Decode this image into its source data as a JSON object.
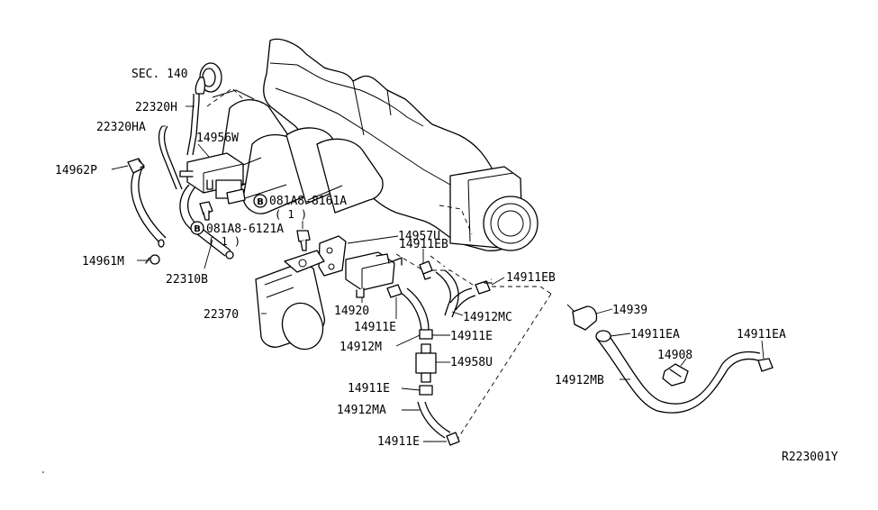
{
  "diagram_id": "R223001Y",
  "sec_ref": "SEC. 140",
  "bolt_symbol": "B",
  "labels": {
    "h22320H": "22320H",
    "h22320HA": "22320HA",
    "p14956W": "14956W",
    "p14962P": "14962P",
    "b1_part": "081A8-8161A",
    "b1_qty": "( 1 )",
    "b2_part": "081A8-6121A",
    "b2_qty": "( 1 )",
    "p14957U": "14957U",
    "p14911EB_1": "14911EB",
    "p14911EB_2": "14911EB",
    "p14961M": "14961M",
    "h22310B": "22310B",
    "p22370": "22370",
    "p14920": "14920",
    "p14911E_1": "14911E",
    "p14912MC": "14912MC",
    "p14912M": "14912M",
    "p14911E_2": "14911E",
    "p14958U": "14958U",
    "p14911E_3": "14911E",
    "p14912MA": "14912MA",
    "p14911E_4": "14911E",
    "p14939": "14939",
    "p14911EA_1": "14911EA",
    "p14911EA_2": "14911EA",
    "p14908": "14908",
    "p14912MB": "14912MB"
  }
}
